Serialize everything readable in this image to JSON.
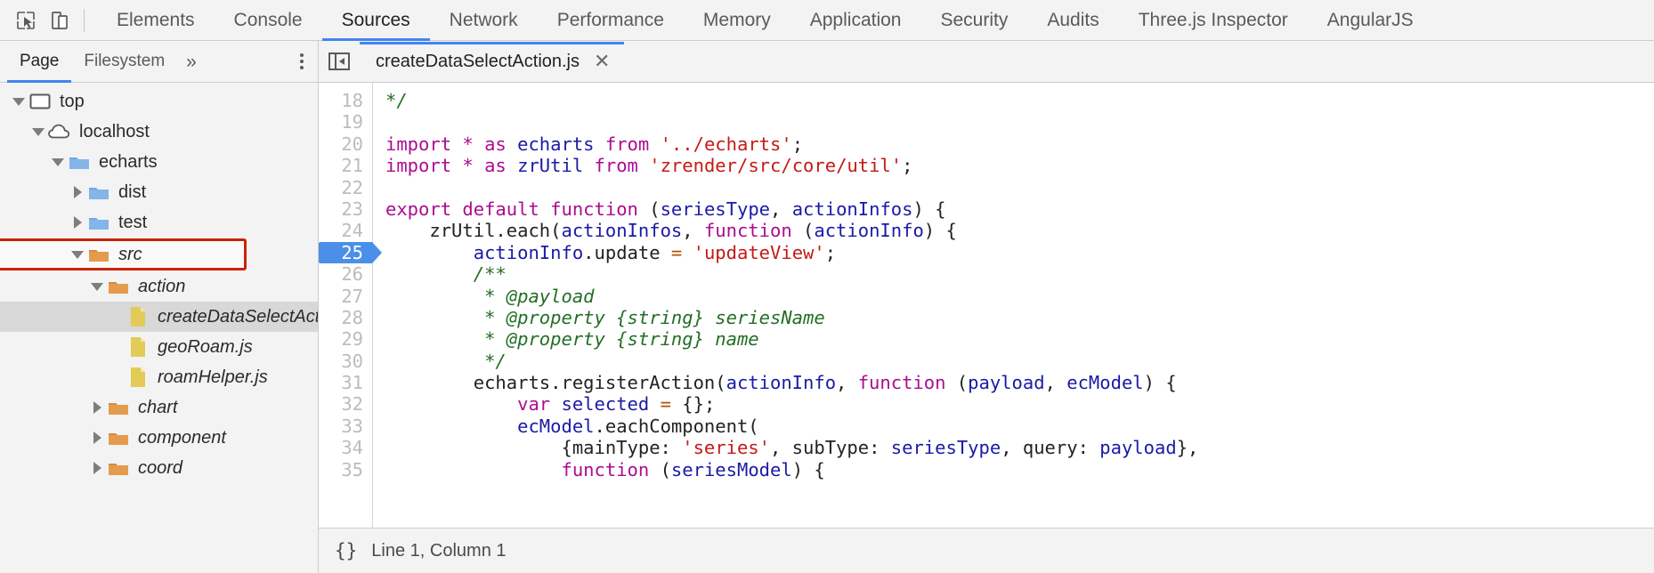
{
  "toolbar": {
    "inspect_icon": "inspect-cursor-icon",
    "device_toolbar_icon": "device-toolbar-icon",
    "tabs": [
      {
        "label": "Elements",
        "selected": false
      },
      {
        "label": "Console",
        "selected": false
      },
      {
        "label": "Sources",
        "selected": true
      },
      {
        "label": "Network",
        "selected": false
      },
      {
        "label": "Performance",
        "selected": false
      },
      {
        "label": "Memory",
        "selected": false
      },
      {
        "label": "Application",
        "selected": false
      },
      {
        "label": "Security",
        "selected": false
      },
      {
        "label": "Audits",
        "selected": false
      },
      {
        "label": "Three.js Inspector",
        "selected": false
      },
      {
        "label": "AngularJS",
        "selected": false
      }
    ]
  },
  "navigator": {
    "tabs": [
      {
        "label": "Page",
        "selected": true
      },
      {
        "label": "Filesystem",
        "selected": false
      }
    ],
    "more_label": "»",
    "more_icon": "chevron-double-right-icon",
    "menu_icon": "kebab-menu-icon",
    "tree": [
      {
        "label": "top",
        "depth": 0,
        "icon": "frame-icon",
        "state": "expanded",
        "italic": false,
        "selected": false,
        "highlighted": false
      },
      {
        "label": "localhost",
        "depth": 1,
        "icon": "cloud-icon",
        "state": "expanded",
        "italic": false,
        "selected": false,
        "highlighted": false
      },
      {
        "label": "echarts",
        "depth": 2,
        "icon": "folder-blue-icon",
        "state": "expanded",
        "italic": false,
        "selected": false,
        "highlighted": false
      },
      {
        "label": "dist",
        "depth": 3,
        "icon": "folder-blue-icon",
        "state": "collapsed",
        "italic": false,
        "selected": false,
        "highlighted": false
      },
      {
        "label": "test",
        "depth": 3,
        "icon": "folder-blue-icon",
        "state": "collapsed",
        "italic": false,
        "selected": false,
        "highlighted": false
      },
      {
        "label": "src",
        "depth": 3,
        "icon": "folder-orange-icon",
        "state": "expanded",
        "italic": true,
        "selected": false,
        "highlighted": true
      },
      {
        "label": "action",
        "depth": 4,
        "icon": "folder-orange-icon",
        "state": "expanded",
        "italic": true,
        "selected": false,
        "highlighted": false
      },
      {
        "label": "createDataSelectAction.js",
        "depth": 5,
        "icon": "file-js-icon",
        "state": "leaf",
        "italic": true,
        "selected": true,
        "highlighted": false
      },
      {
        "label": "geoRoam.js",
        "depth": 5,
        "icon": "file-js-icon",
        "state": "leaf",
        "italic": true,
        "selected": false,
        "highlighted": false
      },
      {
        "label": "roamHelper.js",
        "depth": 5,
        "icon": "file-js-icon",
        "state": "leaf",
        "italic": true,
        "selected": false,
        "highlighted": false
      },
      {
        "label": "chart",
        "depth": 4,
        "icon": "folder-orange-icon",
        "state": "collapsed",
        "italic": true,
        "selected": false,
        "highlighted": false
      },
      {
        "label": "component",
        "depth": 4,
        "icon": "folder-orange-icon",
        "state": "collapsed",
        "italic": true,
        "selected": false,
        "highlighted": false
      },
      {
        "label": "coord",
        "depth": 4,
        "icon": "folder-orange-icon",
        "state": "collapsed",
        "italic": true,
        "selected": false,
        "highlighted": false
      }
    ]
  },
  "editor": {
    "panel_toggle_icon": "show-navigator-panel-icon",
    "tab_label": "createDataSelectAction.js",
    "tab_close_icon": "close-icon",
    "execution_line": 25,
    "first_line": 18,
    "lines": [
      {
        "n": 18,
        "tokens": [
          {
            "t": "*/",
            "c": "t-com"
          }
        ]
      },
      {
        "n": 19,
        "tokens": []
      },
      {
        "n": 20,
        "tokens": [
          {
            "t": "import",
            "c": "t-kw"
          },
          {
            "t": " ",
            "c": "t-pln"
          },
          {
            "t": "*",
            "c": "t-kw"
          },
          {
            "t": " ",
            "c": "t-pln"
          },
          {
            "t": "as",
            "c": "t-kw"
          },
          {
            "t": " ",
            "c": "t-pln"
          },
          {
            "t": "echarts",
            "c": "t-var"
          },
          {
            "t": " ",
            "c": "t-pln"
          },
          {
            "t": "from",
            "c": "t-kw"
          },
          {
            "t": " ",
            "c": "t-pln"
          },
          {
            "t": "'../echarts'",
            "c": "t-str"
          },
          {
            "t": ";",
            "c": "t-pln"
          }
        ]
      },
      {
        "n": 21,
        "tokens": [
          {
            "t": "import",
            "c": "t-kw"
          },
          {
            "t": " ",
            "c": "t-pln"
          },
          {
            "t": "*",
            "c": "t-kw"
          },
          {
            "t": " ",
            "c": "t-pln"
          },
          {
            "t": "as",
            "c": "t-kw"
          },
          {
            "t": " ",
            "c": "t-pln"
          },
          {
            "t": "zrUtil",
            "c": "t-var"
          },
          {
            "t": " ",
            "c": "t-pln"
          },
          {
            "t": "from",
            "c": "t-kw"
          },
          {
            "t": " ",
            "c": "t-pln"
          },
          {
            "t": "'zrender/src/core/util'",
            "c": "t-str"
          },
          {
            "t": ";",
            "c": "t-pln"
          }
        ]
      },
      {
        "n": 22,
        "tokens": []
      },
      {
        "n": 23,
        "tokens": [
          {
            "t": "export",
            "c": "t-kw"
          },
          {
            "t": " ",
            "c": "t-pln"
          },
          {
            "t": "default",
            "c": "t-kw"
          },
          {
            "t": " ",
            "c": "t-pln"
          },
          {
            "t": "function",
            "c": "t-kw"
          },
          {
            "t": " (",
            "c": "t-pln"
          },
          {
            "t": "seriesType",
            "c": "t-var"
          },
          {
            "t": ", ",
            "c": "t-pln"
          },
          {
            "t": "actionInfos",
            "c": "t-var"
          },
          {
            "t": ") {",
            "c": "t-pln"
          }
        ]
      },
      {
        "n": 24,
        "tokens": [
          {
            "t": "    zrUtil",
            "c": "t-pln"
          },
          {
            "t": ".each(",
            "c": "t-pln"
          },
          {
            "t": "actionInfos",
            "c": "t-var"
          },
          {
            "t": ", ",
            "c": "t-pln"
          },
          {
            "t": "function",
            "c": "t-kw"
          },
          {
            "t": " (",
            "c": "t-pln"
          },
          {
            "t": "actionInfo",
            "c": "t-var"
          },
          {
            "t": ") {",
            "c": "t-pln"
          }
        ]
      },
      {
        "n": 25,
        "tokens": [
          {
            "t": "        ",
            "c": "t-pln"
          },
          {
            "t": "actionInfo",
            "c": "t-var"
          },
          {
            "t": ".update ",
            "c": "t-pln"
          },
          {
            "t": "=",
            "c": "t-op"
          },
          {
            "t": " ",
            "c": "t-pln"
          },
          {
            "t": "'updateView'",
            "c": "t-str"
          },
          {
            "t": ";",
            "c": "t-pln"
          }
        ]
      },
      {
        "n": 26,
        "tokens": [
          {
            "t": "        /**",
            "c": "t-com"
          }
        ]
      },
      {
        "n": 27,
        "tokens": [
          {
            "t": "         * @payload",
            "c": "t-com"
          }
        ]
      },
      {
        "n": 28,
        "tokens": [
          {
            "t": "         * @property {string} seriesName",
            "c": "t-com"
          }
        ]
      },
      {
        "n": 29,
        "tokens": [
          {
            "t": "         * @property {string} name",
            "c": "t-com"
          }
        ]
      },
      {
        "n": 30,
        "tokens": [
          {
            "t": "         */",
            "c": "t-com"
          }
        ]
      },
      {
        "n": 31,
        "tokens": [
          {
            "t": "        echarts.registerAction(",
            "c": "t-pln"
          },
          {
            "t": "actionInfo",
            "c": "t-var"
          },
          {
            "t": ", ",
            "c": "t-pln"
          },
          {
            "t": "function",
            "c": "t-kw"
          },
          {
            "t": " (",
            "c": "t-pln"
          },
          {
            "t": "payload",
            "c": "t-var"
          },
          {
            "t": ", ",
            "c": "t-pln"
          },
          {
            "t": "ecModel",
            "c": "t-var"
          },
          {
            "t": ") {",
            "c": "t-pln"
          }
        ]
      },
      {
        "n": 32,
        "tokens": [
          {
            "t": "            ",
            "c": "t-pln"
          },
          {
            "t": "var",
            "c": "t-kw"
          },
          {
            "t": " ",
            "c": "t-pln"
          },
          {
            "t": "selected",
            "c": "t-var"
          },
          {
            "t": " ",
            "c": "t-pln"
          },
          {
            "t": "=",
            "c": "t-op"
          },
          {
            "t": " {};",
            "c": "t-pln"
          }
        ]
      },
      {
        "n": 33,
        "tokens": [
          {
            "t": "            ",
            "c": "t-pln"
          },
          {
            "t": "ecModel",
            "c": "t-var"
          },
          {
            "t": ".eachComponent(",
            "c": "t-pln"
          }
        ]
      },
      {
        "n": 34,
        "tokens": [
          {
            "t": "                {mainType: ",
            "c": "t-pln"
          },
          {
            "t": "'series'",
            "c": "t-str"
          },
          {
            "t": ", subType: ",
            "c": "t-pln"
          },
          {
            "t": "seriesType",
            "c": "t-var"
          },
          {
            "t": ", query: ",
            "c": "t-pln"
          },
          {
            "t": "payload",
            "c": "t-var"
          },
          {
            "t": "},",
            "c": "t-pln"
          }
        ]
      },
      {
        "n": 35,
        "tokens": [
          {
            "t": "                ",
            "c": "t-pln"
          },
          {
            "t": "function",
            "c": "t-kw"
          },
          {
            "t": " (",
            "c": "t-pln"
          },
          {
            "t": "seriesModel",
            "c": "t-var"
          },
          {
            "t": ") {",
            "c": "t-pln"
          }
        ]
      }
    ]
  },
  "status": {
    "format_icon": "{}",
    "format_icon_name": "pretty-print-icon",
    "position_text": "Line 1, Column 1"
  },
  "colors": {
    "accent": "#4285f4",
    "highlight_box": "#cc2200",
    "selection": "#d8d8d8",
    "folder_blue": "#83b5e8",
    "folder_orange": "#e49b4e",
    "file_yellow": "#e2cb57"
  }
}
